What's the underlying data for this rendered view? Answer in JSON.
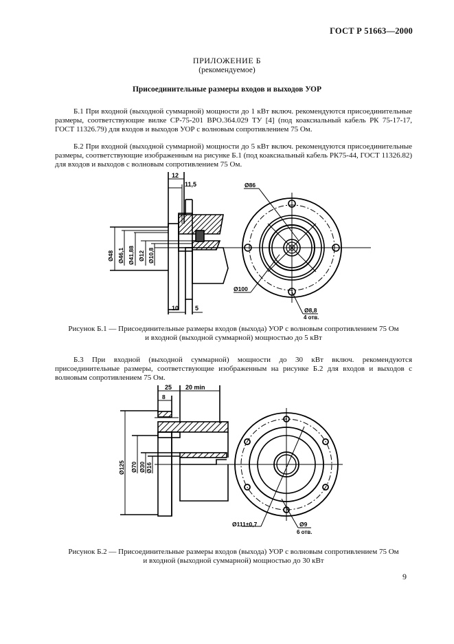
{
  "header": {
    "standard": "ГОСТ Р 51663—2000"
  },
  "annex": {
    "title": "ПРИЛОЖЕНИЕ Б",
    "subtitle": "(рекомендуемое)",
    "section_title": "Присоединительные размеры входов и выходов УОР"
  },
  "paragraphs": [
    {
      "id": "Б.1",
      "text": "Б.1  При входной (выходной суммарной) мощности до 1 кВт включ. рекомендуются присоединительные размеры, соответствующие вилке СР-75-201 ВРО.364.029 ТУ [4] (под коаксиальный кабель РК 75-17-17, ГОСТ 11326.79) для входов и выходов УОР с волновым сопротивлением 75 Ом."
    },
    {
      "id": "Б.2",
      "text": "Б.2  При входной (выходной суммарной) мощности до 5 кВт включ. рекомендуются присоединительные размеры, соответствующие изображенным на рисунке Б.1 (под коаксиальный кабель РК75-44, ГОСТ 11326.82) для входов и выходов с волновым сопротивлением 75 Ом."
    },
    {
      "id": "Б.3",
      "text": "Б.3  При входной (выходной суммарной) мощности до 30 кВт включ. рекомендуются присоединительные размеры, соответствующие изображенным на рисунке Б.2 для входов и выходов с волновым сопротивлением 75 Ом."
    }
  ],
  "figures": [
    {
      "id": "Б.1",
      "caption_line1": "Рисунок Б.1 — Присоединительные размеры входов (выхода) УОР с волновым сопротивлением 75 Ом",
      "caption_line2": "и входной (выходной суммарной) мощностью до 5 кВт",
      "dims": {
        "top1": "12",
        "top2": "11,5",
        "bot1": "10",
        "bot2": "5",
        "d1": "Ø48",
        "d2": "Ø46,1",
        "d3": "Ø41,88",
        "d4": "Ø12",
        "d5": "Ø10,8",
        "circle_top": "Ø86",
        "circle_bottom": "Ø100",
        "holes": "Ø8,8",
        "holes_count": "4 отв."
      }
    },
    {
      "id": "Б.2",
      "caption_line1": "Рисунок Б.2 — Присоединительные размеры входов (выхода) УОР с волновым сопротивлением 75 Ом",
      "caption_line2": "и входной (выходной суммарной) мощностью до 30 кВт",
      "dims": {
        "top1": "25",
        "top2": "20 min",
        "top3": "8",
        "d1": "Ø125",
        "d2": "Ø70",
        "d3": "Ø30",
        "d4": "Ø16",
        "circle": "Ø111±0,7",
        "holes": "Ø9",
        "holes_count": "6 отв."
      }
    }
  ],
  "page_number": "9"
}
